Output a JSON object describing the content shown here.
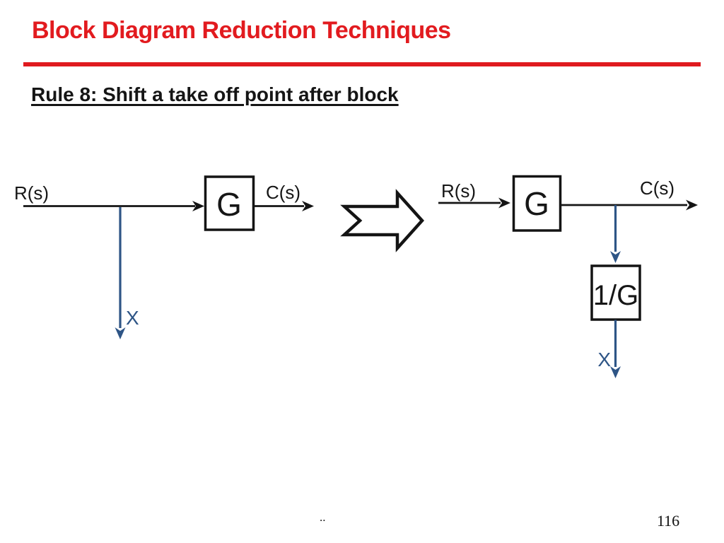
{
  "slide": {
    "title": "Block Diagram Reduction Techniques",
    "rule_heading": "Rule 8: Shift a take off point after block",
    "footer_mark": "..",
    "page_number": "116"
  },
  "colors": {
    "title_red": "#e21b1f",
    "divider_red": "#e01a1f",
    "diagram_blue": "#2e5586",
    "line_black": "#141414"
  },
  "diagram_before": {
    "input_label": "R(s)",
    "block_label": "G",
    "output_label": "C(s)",
    "takeoff_label": "X"
  },
  "diagram_after": {
    "input_label": "R(s)",
    "block_label": "G",
    "output_label": "C(s)",
    "inverse_block_label": "1/G",
    "takeoff_label": "X"
  }
}
